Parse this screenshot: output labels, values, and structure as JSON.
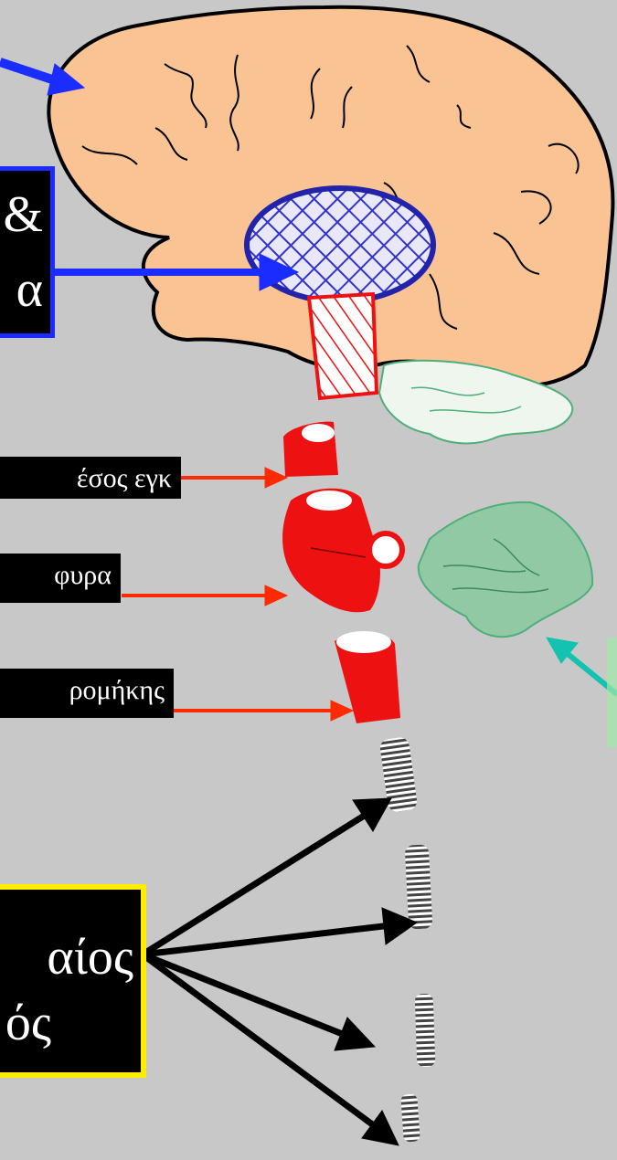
{
  "labels": {
    "thalamus_line1": "&",
    "thalamus_line2": "α",
    "midbrain": "έσος εγκ",
    "pons": "φυρα",
    "medulla": "ρομήκης",
    "spinal_line1": "αίος",
    "spinal_line2": "ός"
  },
  "colors": {
    "background": "#c8c8c8",
    "cerebrum": "#f9c394",
    "thalamus": "#4444dd",
    "brainstem": "#ee1111",
    "cerebellum": "#90c9a4",
    "cerebellum_upper": "#eef6ee",
    "spinal_cord": "#555555",
    "blue_arrow": "#1a2cff",
    "red_arrow": "#ff2a00",
    "teal_arrow": "#14c2b0",
    "black_arrow": "#000000",
    "yellow_border": "#ffee00"
  }
}
